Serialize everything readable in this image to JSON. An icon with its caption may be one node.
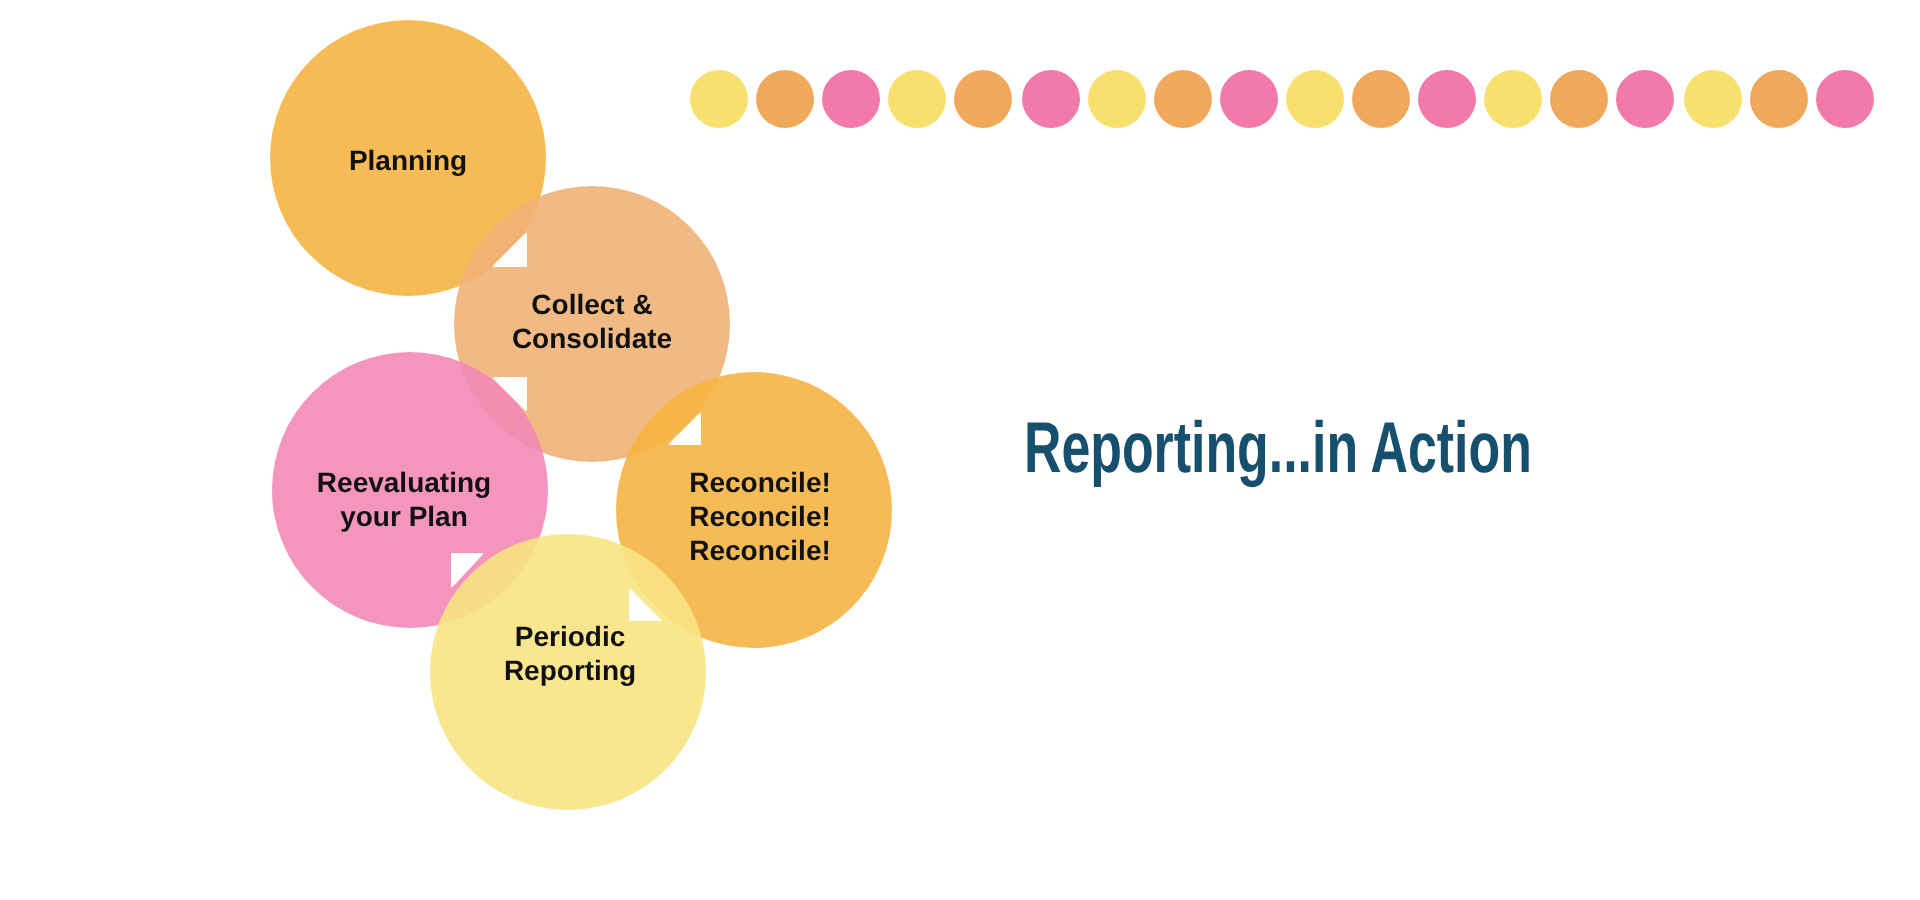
{
  "diagram": {
    "title": "Reporting...in Action",
    "nodes": [
      {
        "text": [
          "Planning"
        ]
      },
      {
        "text": [
          "Collect & Consolidate"
        ]
      },
      {
        "text": [
          "Reevaluating your Plan"
        ]
      },
      {
        "text": [
          "Reconcile! Reconcile! Reconcile!"
        ]
      },
      {
        "text": [
          "Periodic Reporting"
        ]
      }
    ],
    "edges": [
      {
        "from": 1,
        "to": 0,
        "arrow": "to"
      },
      {
        "from": 3,
        "to": 1,
        "arrow": "to"
      },
      {
        "from": 4,
        "to": 3,
        "arrow": "to"
      },
      {
        "from": 2,
        "to": 4,
        "arrow": "to"
      },
      {
        "from": 1,
        "to": 2,
        "arrow": "to"
      }
    ]
  }
}
